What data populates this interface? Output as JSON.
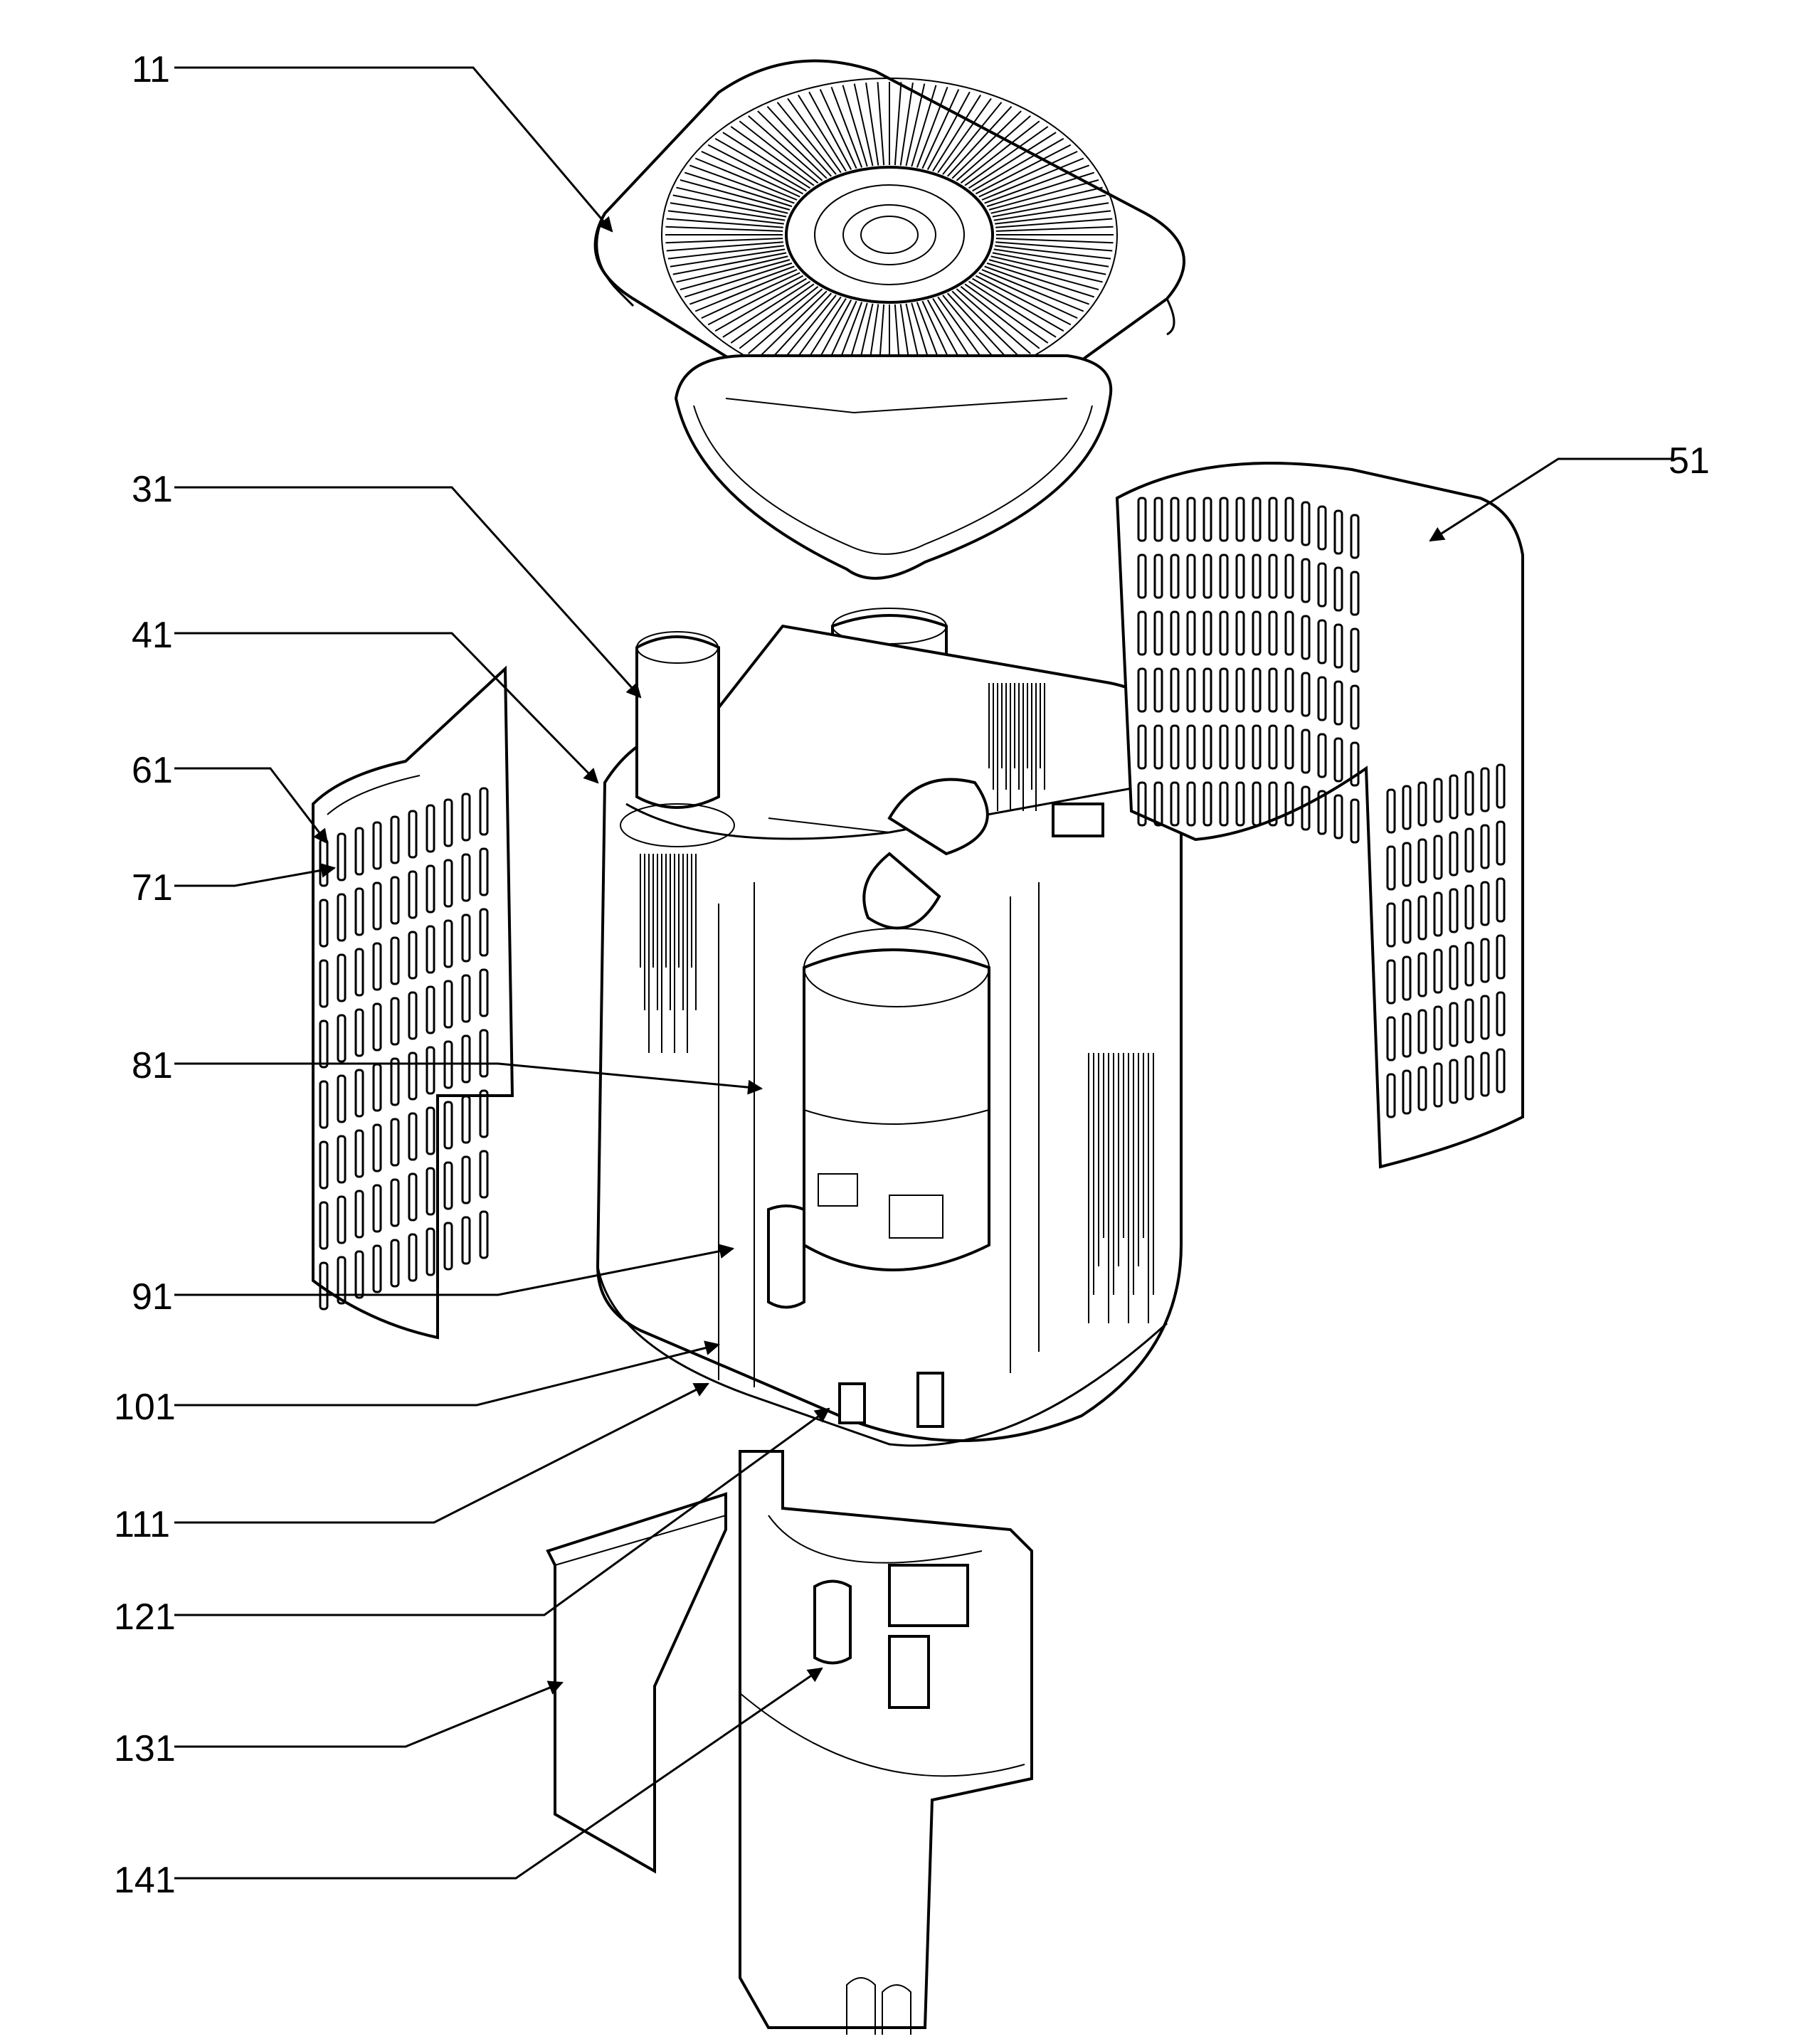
{
  "callouts": [
    {
      "id": "c11",
      "label": "11"
    },
    {
      "id": "c31",
      "label": "31"
    },
    {
      "id": "c41",
      "label": "41"
    },
    {
      "id": "c51",
      "label": "51"
    },
    {
      "id": "c61",
      "label": "61"
    },
    {
      "id": "c71",
      "label": "71"
    },
    {
      "id": "c81",
      "label": "81"
    },
    {
      "id": "c91",
      "label": "91"
    },
    {
      "id": "c101",
      "label": "101"
    },
    {
      "id": "c111",
      "label": "111"
    },
    {
      "id": "c121",
      "label": "121"
    },
    {
      "id": "c131",
      "label": "131"
    },
    {
      "id": "c141",
      "label": "141"
    }
  ]
}
